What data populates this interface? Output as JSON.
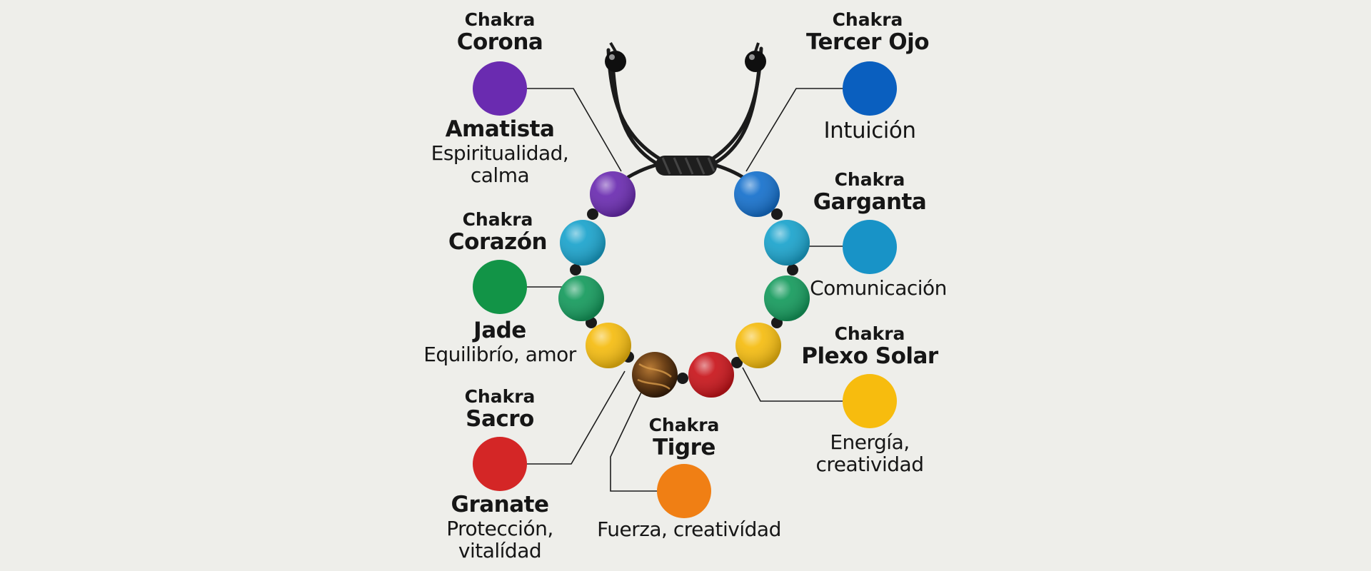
{
  "chakras": {
    "corona": {
      "label": "Chakra",
      "name": "Corona",
      "color": "#6a2bb0"
    },
    "tercer_ojo": {
      "label": "Chakra",
      "name": "Tercer Ojo",
      "color": "#0a5fbf"
    },
    "garganta": {
      "label": "Chakra",
      "name": "Garganta",
      "color": "#1893c7"
    },
    "corazon": {
      "label": "Chakra",
      "name": "Corazón",
      "color": "#129447"
    },
    "plexo_solar": {
      "label": "Chakra",
      "name": "Plexo Solar",
      "color": "#f7bc0e"
    },
    "sacro": {
      "label": "Chakra",
      "name": "Sacro",
      "color": "#d42626"
    },
    "tigre": {
      "label": "Chakra",
      "name": "Tigre",
      "color": "#f07f14"
    }
  },
  "stones": {
    "amatista": {
      "name": "Amatista",
      "line1": "Espiritualidad,",
      "line2": "calma"
    },
    "jade": {
      "name": "Jade",
      "desc": "Equilibrío, amor"
    },
    "granate": {
      "name": "Granate",
      "line1": "Protección,",
      "line2": "vitalídad"
    }
  },
  "descriptions": {
    "intuicion": "Intuición",
    "comunicacion": "Comunicación",
    "energia_line1": "Energía,",
    "energia_line2": "creatividad",
    "fuerza": "Fuerza, creativídad"
  },
  "bead_colors": {
    "purple": "#6a2bb0",
    "blue": "#1570cc",
    "cyan": "#1aa3cc",
    "green": "#149a5c",
    "yellow": "#f5bc0f",
    "red": "#c8141a",
    "tiger": "#7a4a1f",
    "cord": "#1b1b1b"
  }
}
